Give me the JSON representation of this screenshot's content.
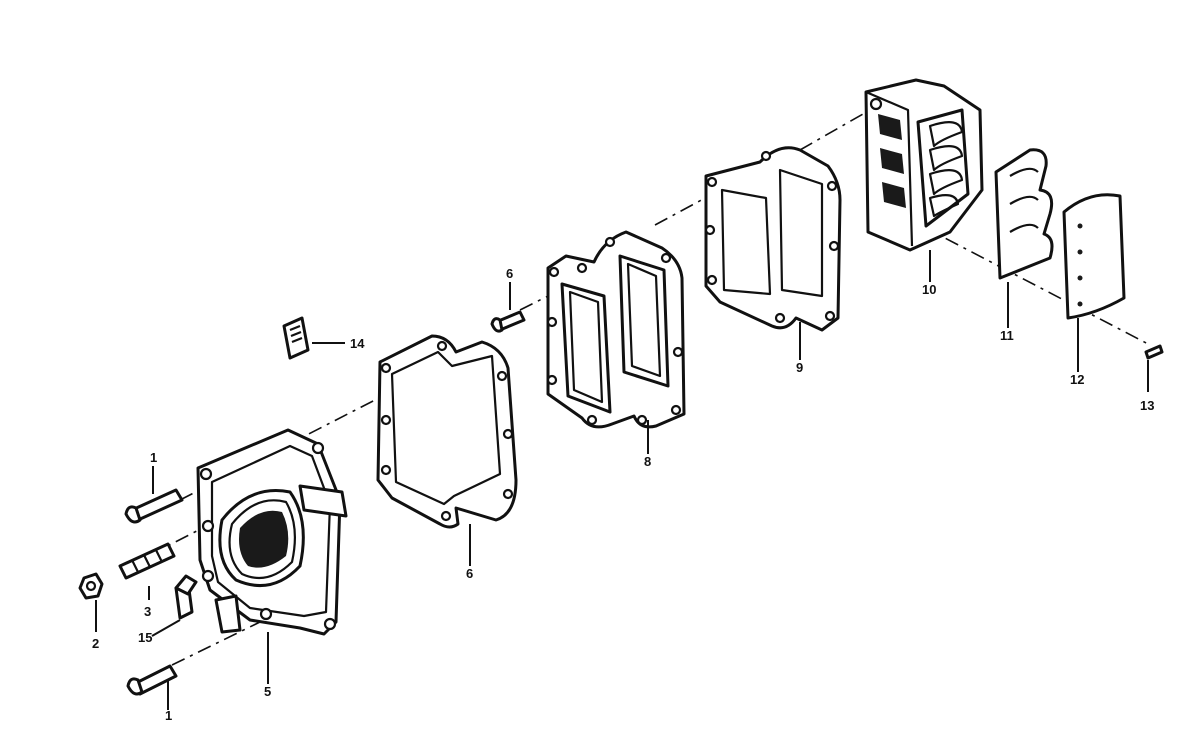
{
  "callouts": {
    "c1a": "1",
    "c1b": "1",
    "c2": "2",
    "c3": "3",
    "c5": "5",
    "c6a": "6",
    "c6b": "6",
    "c8": "8",
    "c9": "9",
    "c10": "10",
    "c11": "11",
    "c12": "12",
    "c13": "13",
    "c14": "14",
    "c15": "15"
  }
}
